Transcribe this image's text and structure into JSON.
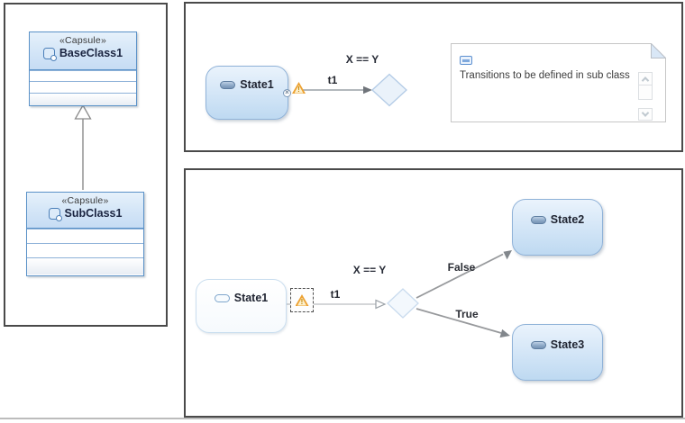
{
  "diagram": {
    "class_panel": {
      "base_class": {
        "stereotype": "«Capsule»",
        "name": "BaseClass1"
      },
      "sub_class": {
        "stereotype": "«Capsule»",
        "name": "SubClass1"
      }
    },
    "top_statechart": {
      "state1_label": "State1",
      "transition_label": "t1",
      "guard_label": "X == Y",
      "note_text": "Transitions to be defined in sub class"
    },
    "bottom_statechart": {
      "state1_label": "State1",
      "state2_label": "State2",
      "state3_label": "State3",
      "transition_label": "t1",
      "guard_label": "X == Y",
      "false_label": "False",
      "true_label": "True"
    }
  },
  "icons": {
    "warning_glyph": "!",
    "exit_point_glyph": "×"
  },
  "colors": {
    "panel_border": "#4a4a4a",
    "capsule_border": "#5b92c8",
    "capsule_header_top": "#e6f1fb",
    "capsule_header_bottom": "#c6dcf4",
    "state_border": "#8fb2d8",
    "state_fill_top": "#eaf3fc",
    "state_fill_bottom": "#bed9f1",
    "choice_fill": "#eaf2fa",
    "connector_gray": "#9aa0a6",
    "warning_orange": "#eda233",
    "note_fold_blue": "#d9e7f6"
  }
}
